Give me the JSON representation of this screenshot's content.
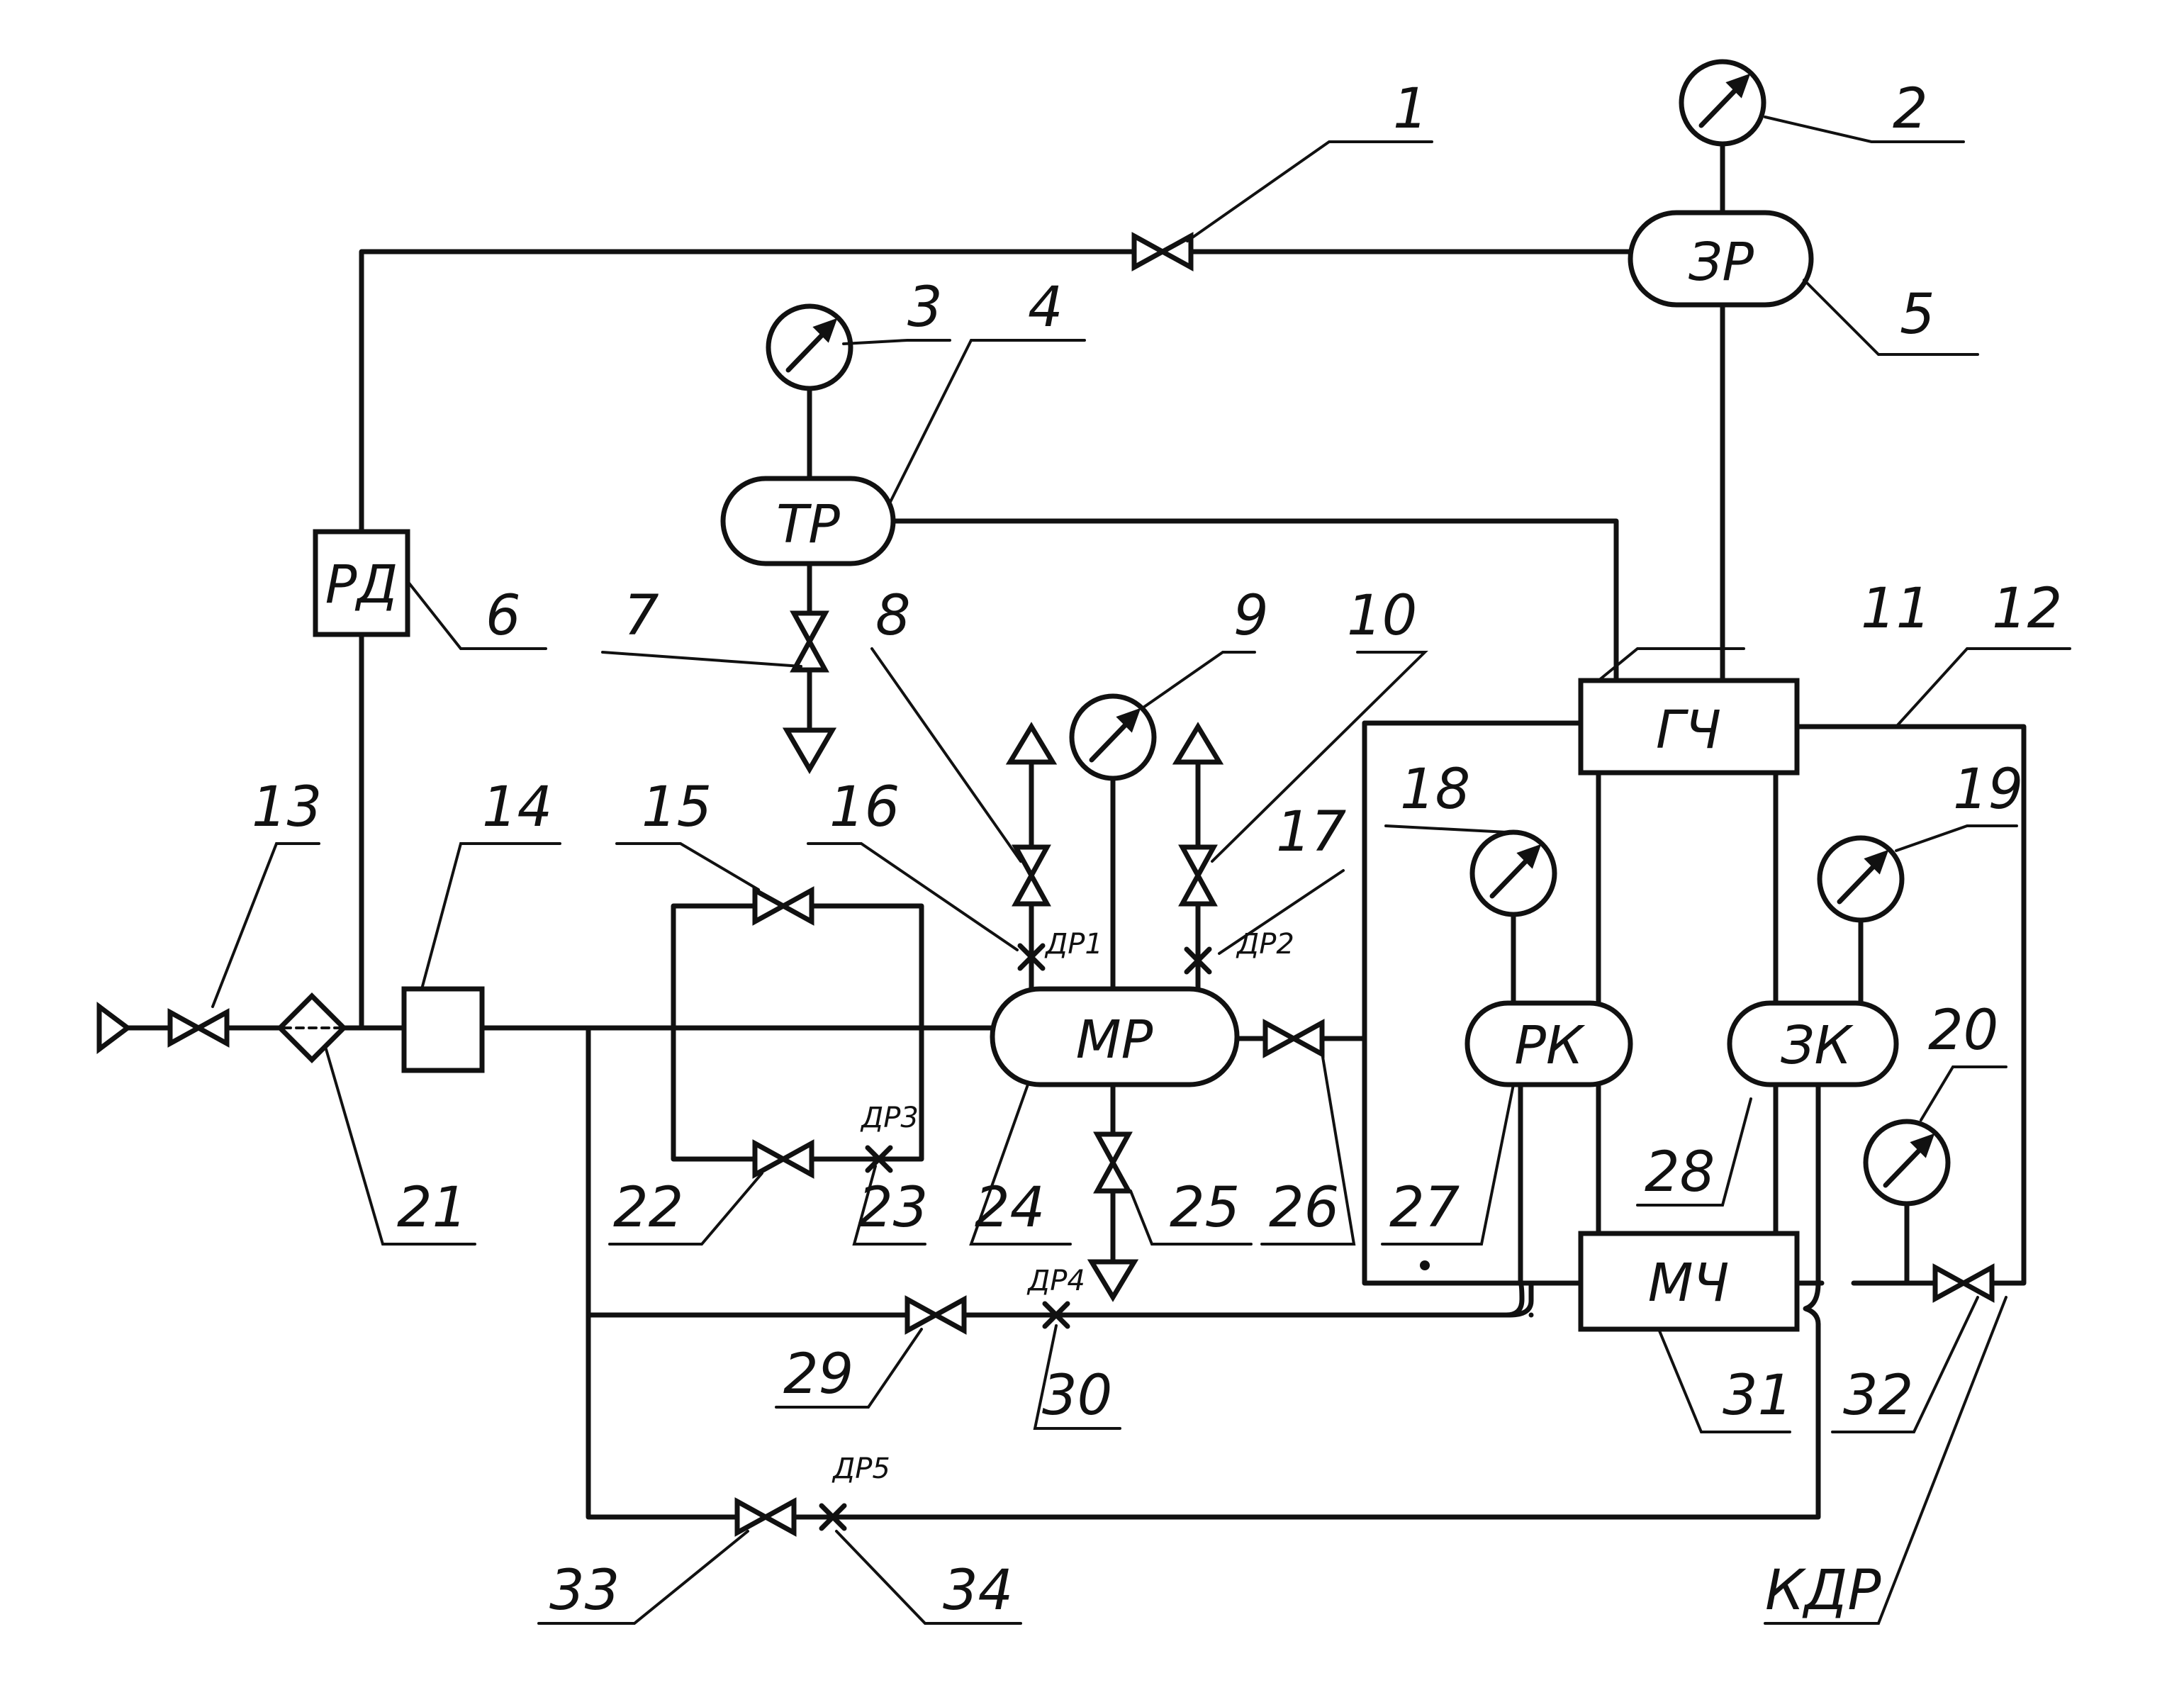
{
  "units": {
    "ZR": "ЗР",
    "TR": "ТР",
    "RD": "РД",
    "MR": "МР",
    "GCH": "ГЧ",
    "RK": "РК",
    "ZK": "ЗК",
    "MCH": "МЧ"
  },
  "chokes": {
    "dr1": "ДР1",
    "dr2": "ДР2",
    "dr3": "ДР3",
    "dr4": "ДР4",
    "dr5": "ДР5"
  },
  "labels": {
    "n1": "1",
    "n2": "2",
    "n3": "3",
    "n4": "4",
    "n5": "5",
    "n6": "6",
    "n7": "7",
    "n8": "8",
    "n9": "9",
    "n10": "10",
    "n11": "11",
    "n12": "12",
    "n13": "13",
    "n14": "14",
    "n15": "15",
    "n16": "16",
    "n17": "17",
    "n18": "18",
    "n19": "19",
    "n20": "20",
    "n21": "21",
    "n22": "22",
    "n23": "23",
    "n24": "24",
    "n25": "25",
    "n26": "26",
    "n27": "27",
    "n28": "28",
    "n29": "29",
    "n30": "30",
    "n31": "31",
    "n32": "32",
    "n33": "33",
    "n34": "34",
    "kdr": "КДР"
  }
}
